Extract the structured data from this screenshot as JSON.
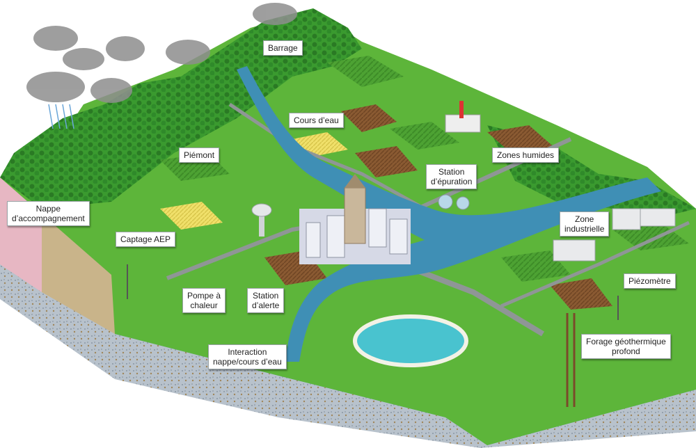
{
  "labels": {
    "barrage": "Barrage",
    "cours_eau": "Cours d’eau",
    "piemont": "Piémont",
    "station_epuration": "Station\nd’épuration",
    "zones_humides": "Zones humides",
    "nappe_accompagnement": "Nappe\nd’accompagnement",
    "captage_aep": "Captage AEP",
    "zone_industrielle": "Zone\nindustrielle",
    "piezometre": "Piézomètre",
    "pompe_chaleur": "Pompe à\nchaleur",
    "station_alerte": "Station\nd’alerte",
    "interaction": "Interaction\nnappe/cours d’eau",
    "forage": "Forage géothermique\nprofond"
  },
  "colors": {
    "grass": "#5db53a",
    "forest": "#2f8a2a",
    "river": "#3f8fb5",
    "water_light": "#49c3cf",
    "soil": "#c9b48a",
    "bedrock": "#b9c3cc",
    "pink_rock": "#e7b7c3",
    "road": "#8f9696"
  }
}
